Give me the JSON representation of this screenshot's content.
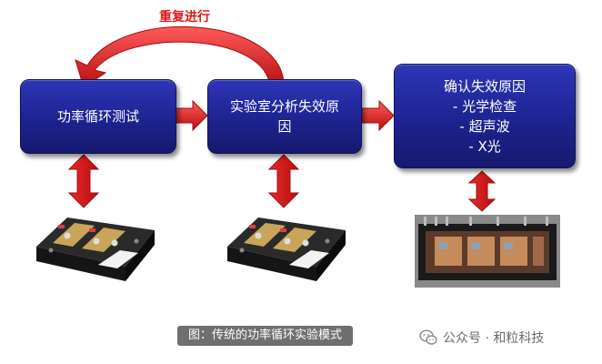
{
  "loop_label": "重复进行",
  "steps": [
    {
      "lines": [
        "功率循环测试"
      ]
    },
    {
      "lines": [
        "实验室分析失效原",
        "因"
      ]
    },
    {
      "lines": [
        "确认失效原因",
        "- 光学检查",
        "- 超声波",
        "- X光"
      ]
    }
  ],
  "caption": "图：传统的功率循环实验模式",
  "footer": {
    "account": "公众号 · 和粒科技"
  },
  "colors": {
    "box": "#1d238f",
    "arrow": "#dd1a1a",
    "caption_bg": "#6f6f6f"
  },
  "icons": [
    "curved-loop-arrow",
    "right-arrow",
    "double-vertical-arrow",
    "wechat-icon"
  ]
}
